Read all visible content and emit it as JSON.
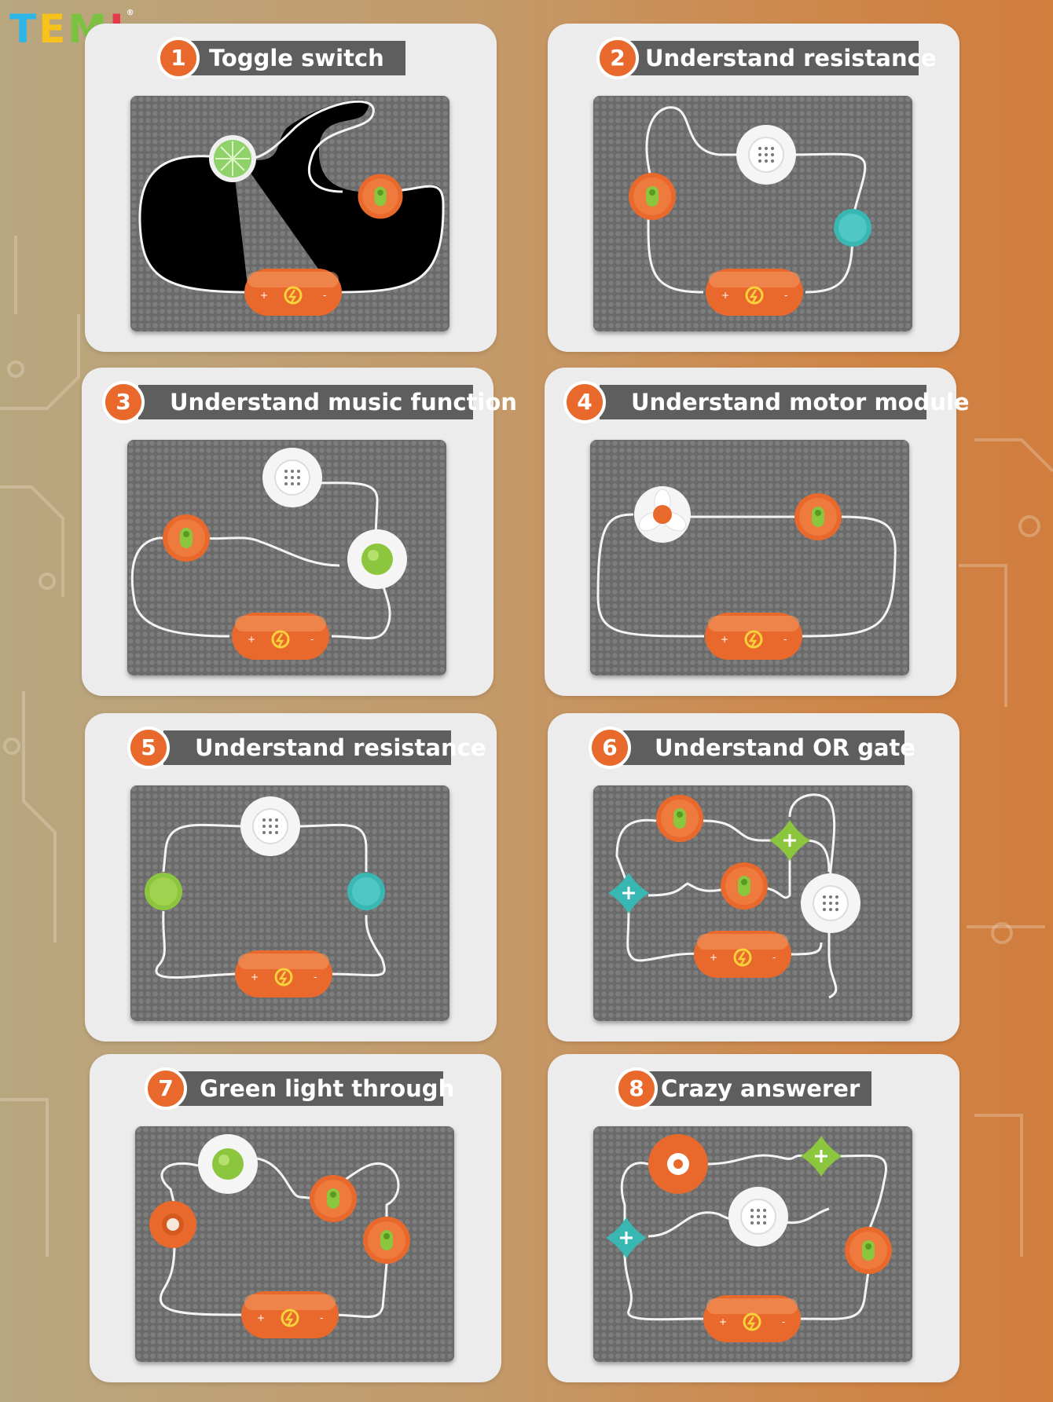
{
  "brand": {
    "letters": [
      "T",
      "E",
      "M",
      "I"
    ],
    "mark": "®"
  },
  "experiments": [
    {
      "number": "1",
      "title": "Toggle switch"
    },
    {
      "number": "2",
      "title": "Understand resistance"
    },
    {
      "number": "3",
      "title": "Understand music function"
    },
    {
      "number": "4",
      "title": "Understand motor module"
    },
    {
      "number": "5",
      "title": "Understand resistance"
    },
    {
      "number": "6",
      "title": "Understand OR  gate"
    },
    {
      "number": "7",
      "title": "Green light  through"
    },
    {
      "number": "8",
      "title": "Crazy  answerer"
    }
  ],
  "colors": {
    "badge": "#e9692c",
    "title_bar": "#5e5e5e",
    "card": "#ececec",
    "board": "#6a6a6a",
    "module_orange": "#e9692c",
    "module_green": "#8cc63f",
    "module_teal": "#39b7b3",
    "module_white": "#f5f5f5"
  },
  "icons": [
    "battery-icon",
    "switch-icon",
    "speaker-icon",
    "resistor-icon",
    "motor-fan-icon",
    "light-icon",
    "button-icon",
    "or-gate-icon"
  ]
}
